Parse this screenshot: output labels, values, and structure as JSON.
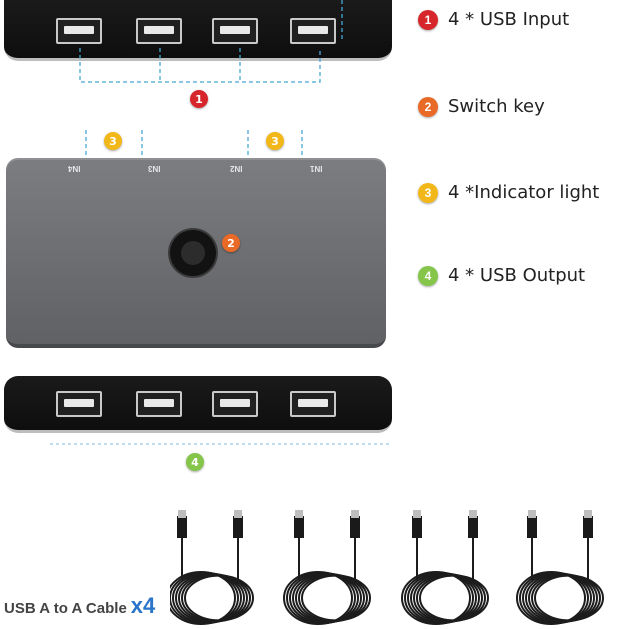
{
  "legend": {
    "items": [
      {
        "num": "1",
        "text": "4 * USB Input",
        "color": "#d6262b"
      },
      {
        "num": "2",
        "text": "Switch key",
        "color": "#e86a26"
      },
      {
        "num": "3",
        "text": "4 *Indicator light",
        "color": "#f2b718"
      },
      {
        "num": "4",
        "text": "4 * USB Output",
        "color": "#84c54a"
      }
    ]
  },
  "hub": {
    "port_labels": [
      "IN4",
      "IN3",
      "IN2",
      "IN1"
    ]
  },
  "cable": {
    "caption": "USB A to A Cable",
    "count": "x4"
  },
  "colors": {
    "guide_line": "#47a7d6",
    "hub_body": "#6e7074",
    "device_black": "#141414"
  }
}
